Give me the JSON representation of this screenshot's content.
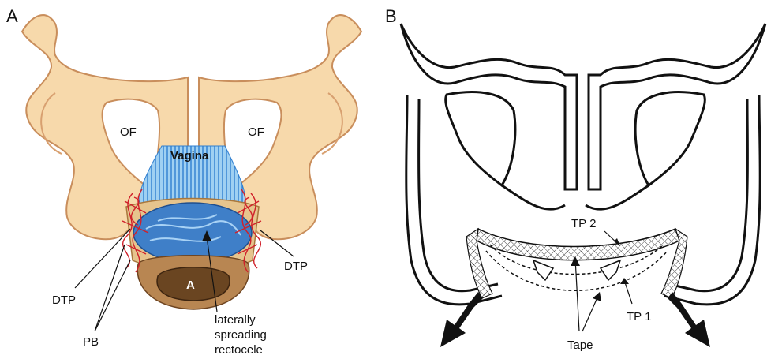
{
  "panel_a": {
    "letter": "A",
    "labels": {
      "of_left": "OF",
      "of_right": "OF",
      "vagina": "Vagina",
      "anus": "A",
      "dtp_right": "DTP",
      "dtp_left": "DTP",
      "pb": "PB",
      "rectocele_line1": "laterally",
      "rectocele_line2": "spreading",
      "rectocele_line3": "rectocele"
    }
  },
  "panel_b": {
    "letter": "B",
    "labels": {
      "tp2": "TP 2",
      "tp1": "TP 1",
      "tape": "Tape"
    }
  },
  "colors": {
    "bone_fill": "#f7d9ab",
    "bone_outline": "#c98e5c",
    "vagina_blue": "#5aa9e6",
    "rectocele_blue": "#3f7fc8",
    "anus_brown": "#8a5a2b",
    "ligament_red": "#d0202a"
  }
}
